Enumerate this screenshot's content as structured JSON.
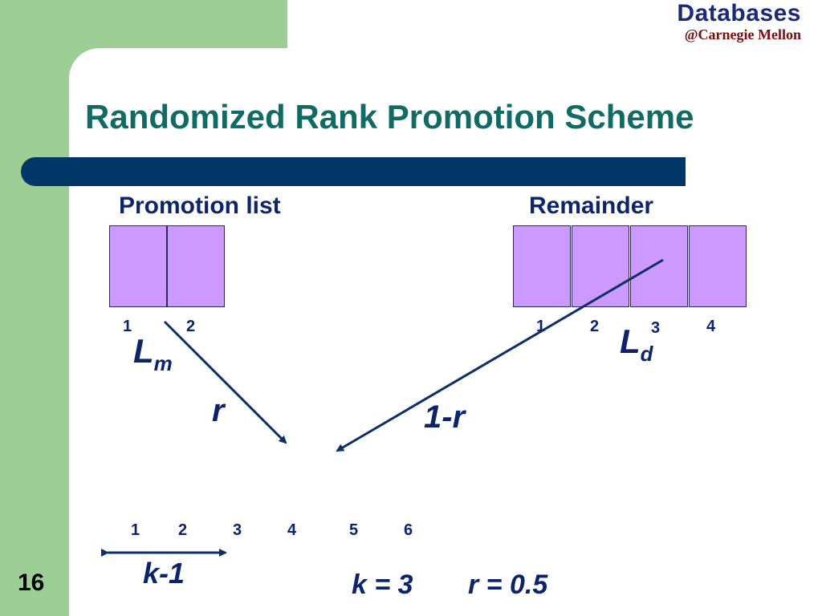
{
  "brand": {
    "title": "Databases",
    "subtitle": "@Carnegie Mellon"
  },
  "slide": {
    "title": "Randomized Rank Promotion Scheme",
    "number": "16"
  },
  "promotion_list": {
    "label": "Promotion list",
    "indices": [
      "1",
      "2"
    ],
    "symbol": "L",
    "symbol_sub": "m"
  },
  "remainder": {
    "label": "Remainder",
    "indices": [
      "1",
      "2",
      "3",
      "4"
    ],
    "symbol": "L",
    "symbol_sub": "d"
  },
  "arrows": {
    "left_prob": "r",
    "right_prob": "1-r"
  },
  "result": {
    "indices": [
      "1",
      "2",
      "3",
      "4",
      "5",
      "6"
    ],
    "span_label": "k-1"
  },
  "params": {
    "k": "k = 3",
    "r": "r = 0.5"
  },
  "colors": {
    "cell": "#cc99ff",
    "arrow": "#0d2f66",
    "title": "#0f6b64",
    "bar": "#003767",
    "background": "#9dce96"
  }
}
